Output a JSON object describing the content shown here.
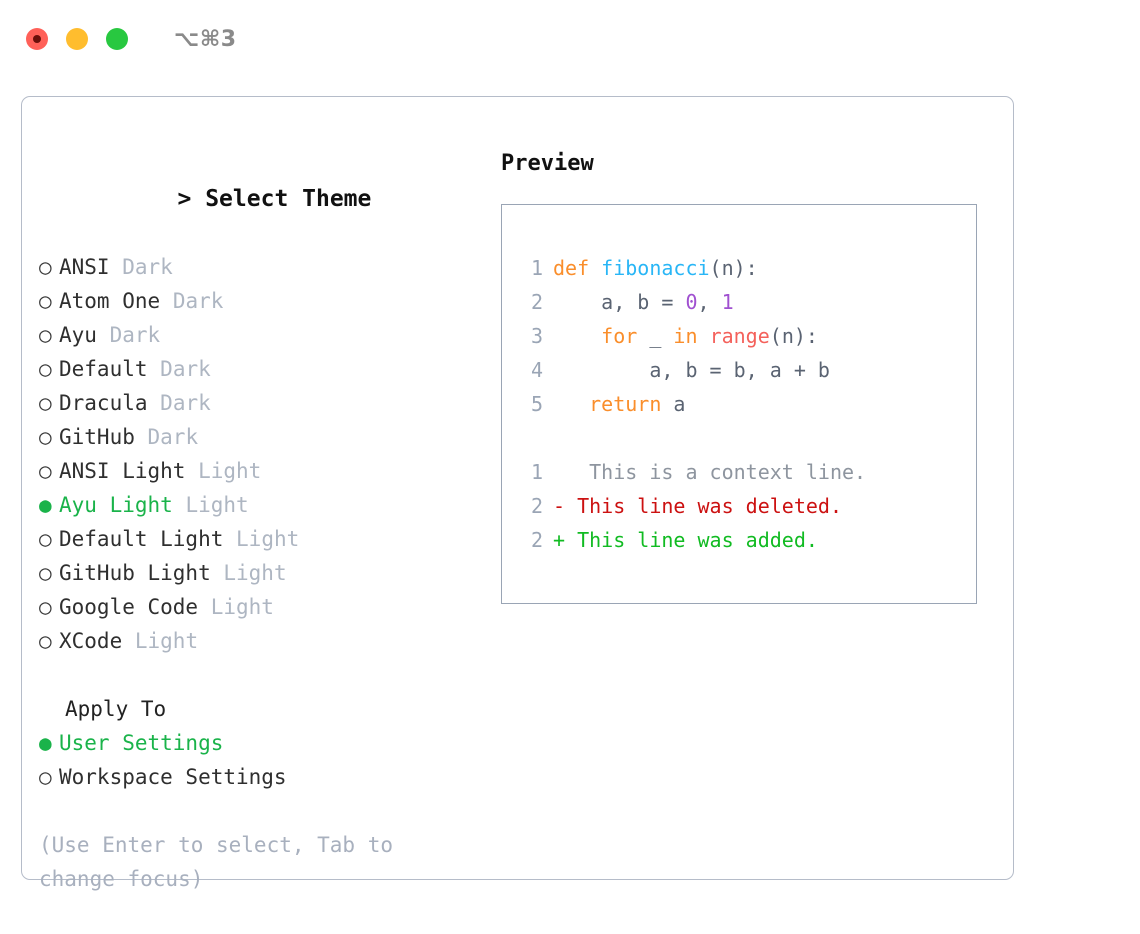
{
  "window": {
    "traffic_lights": [
      "close",
      "minimize",
      "maximize"
    ],
    "shortcut_label": "⌥⌘3"
  },
  "theme_selector": {
    "heading_caret": ">",
    "heading": "Select Theme",
    "themes": [
      {
        "marker": "○",
        "name": "ANSI",
        "badge": "Dark",
        "selected": false
      },
      {
        "marker": "○",
        "name": "Atom One",
        "badge": "Dark",
        "selected": false
      },
      {
        "marker": "○",
        "name": "Ayu",
        "badge": "Dark",
        "selected": false
      },
      {
        "marker": "○",
        "name": "Default",
        "badge": "Dark",
        "selected": false
      },
      {
        "marker": "○",
        "name": "Dracula",
        "badge": "Dark",
        "selected": false
      },
      {
        "marker": "○",
        "name": "GitHub",
        "badge": "Dark",
        "selected": false
      },
      {
        "marker": "○",
        "name": "ANSI Light",
        "badge": "Light",
        "selected": false
      },
      {
        "marker": "●",
        "name": "Ayu Light",
        "badge": "Light",
        "selected": true
      },
      {
        "marker": "○",
        "name": "Default Light",
        "badge": "Light",
        "selected": false
      },
      {
        "marker": "○",
        "name": "GitHub Light",
        "badge": "Light",
        "selected": false
      },
      {
        "marker": "○",
        "name": "Google Code",
        "badge": "Light",
        "selected": false
      },
      {
        "marker": "○",
        "name": "XCode",
        "badge": "Light",
        "selected": false
      }
    ]
  },
  "apply_to": {
    "heading": "Apply To",
    "options": [
      {
        "marker": "●",
        "name": "User Settings",
        "selected": true
      },
      {
        "marker": "○",
        "name": "Workspace Settings",
        "selected": false
      }
    ]
  },
  "hint": "(Use Enter to select, Tab to change focus)",
  "preview": {
    "title": "Preview",
    "code_lines": [
      {
        "no": "1",
        "tokens": [
          {
            "t": "def",
            "c": "kw"
          },
          {
            "t": " ",
            "c": "punc"
          },
          {
            "t": "fibonacci",
            "c": "fn"
          },
          {
            "t": "(n):",
            "c": "punc"
          }
        ]
      },
      {
        "no": "2",
        "tokens": [
          {
            "t": "    a, b = ",
            "c": "id"
          },
          {
            "t": "0",
            "c": "num"
          },
          {
            "t": ", ",
            "c": "id"
          },
          {
            "t": "1",
            "c": "num"
          }
        ]
      },
      {
        "no": "3",
        "tokens": [
          {
            "t": "    ",
            "c": "id"
          },
          {
            "t": "for",
            "c": "kw"
          },
          {
            "t": " _ ",
            "c": "id"
          },
          {
            "t": "in",
            "c": "kw"
          },
          {
            "t": " ",
            "c": "id"
          },
          {
            "t": "range",
            "c": "call"
          },
          {
            "t": "(n):",
            "c": "punc"
          }
        ]
      },
      {
        "no": "4",
        "tokens": [
          {
            "t": "        a, b = b, a + b",
            "c": "id"
          }
        ]
      },
      {
        "no": "5",
        "tokens": [
          {
            "t": "   ",
            "c": "id"
          },
          {
            "t": "return",
            "c": "kw"
          },
          {
            "t": " a",
            "c": "id"
          }
        ]
      }
    ],
    "diff_lines": [
      {
        "no": "1",
        "sign": " ",
        "text": "  This is a context line.",
        "kind": "ctx"
      },
      {
        "no": "2",
        "sign": "-",
        "text": " This line was deleted.",
        "kind": "del"
      },
      {
        "no": "2",
        "sign": "+",
        "text": " This line was added.",
        "kind": "add"
      }
    ]
  },
  "colors": {
    "accent_green": "#1ab34a",
    "muted": "#aeb6c2",
    "border": "#b5bcc9",
    "preview_border": "#9aa5b5",
    "kw": "#fa8e2b",
    "fn": "#29b6f6",
    "num": "#a050d0",
    "call": "#f4615b",
    "diff_del": "#cc1111",
    "diff_add": "#11bb22"
  }
}
